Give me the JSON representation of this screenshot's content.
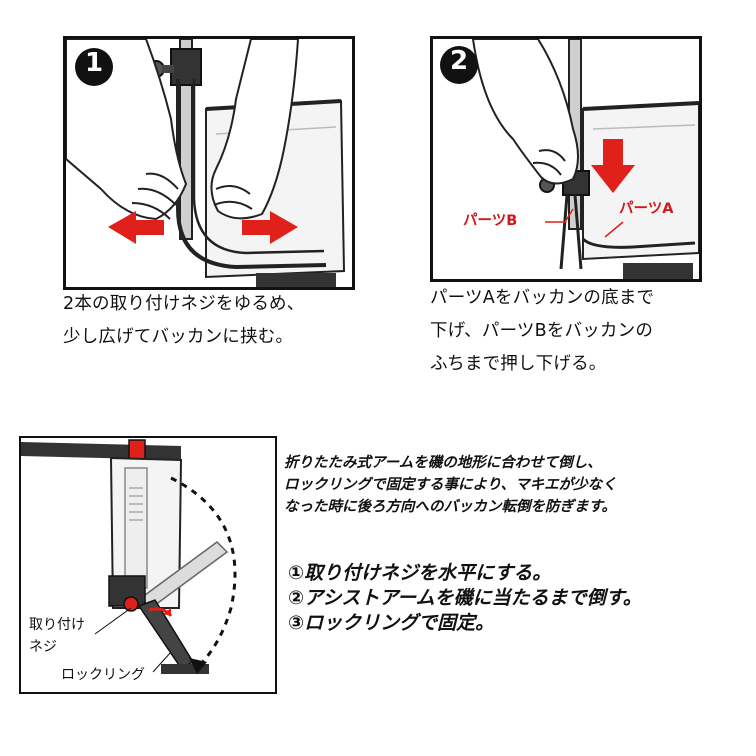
{
  "step1": {
    "badge": "1",
    "caption_lines": [
      "2本の取り付けネジをゆるめ、",
      "少し広げてバッカンに挟む。"
    ]
  },
  "step2": {
    "badge": "2",
    "label_a": "パーツA",
    "label_b": "パーツB",
    "caption_lines": [
      "パーツAをバッカンの底まで",
      "下げ、パーツBをバッカンの",
      "ふちまで押し下げる。"
    ]
  },
  "step3": {
    "label_screw_1": "取り付け",
    "label_screw_2": "ネジ",
    "label_ring": "ロックリング",
    "description_lines": [
      "折りたたみ式アームを磯の地形に合わせて倒し、",
      "ロックリングで固定する事により、マキエが少なく",
      "なった時に後ろ方向へのバッカン転倒を防ぎます。"
    ],
    "steps": [
      "①取り付けネジを水平にする。",
      "②アシストアームを磯に当たるまで倒す。",
      "③ロックリングで固定。"
    ]
  },
  "colors": {
    "accent_red": "#e0201a",
    "outline": "#111111"
  }
}
